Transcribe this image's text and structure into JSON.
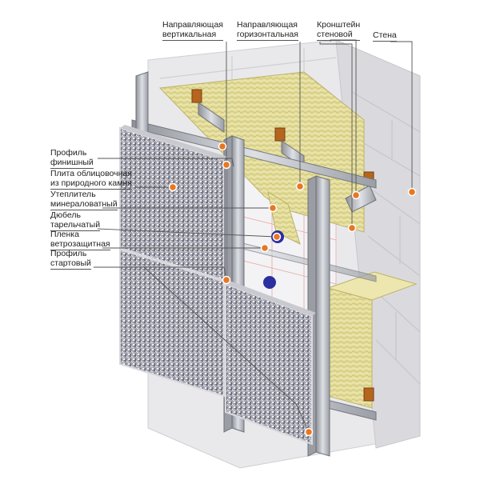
{
  "labels_top": [
    {
      "id": "guide-vertical",
      "lines": [
        "Направляющая",
        "вертикальная"
      ]
    },
    {
      "id": "guide-horizontal",
      "lines": [
        "Направляющая",
        "горизонтальная"
      ]
    },
    {
      "id": "bracket-wall",
      "lines": [
        "Кронштейн",
        "стеновой"
      ]
    },
    {
      "id": "wall",
      "lines": [
        "Стена"
      ]
    }
  ],
  "labels_left": [
    {
      "id": "profile-finishing",
      "lines": [
        "Профиль",
        "финишный"
      ]
    },
    {
      "id": "stone-panel",
      "lines": [
        "Плита облицовочная",
        "из природного камня"
      ]
    },
    {
      "id": "insulation",
      "lines": [
        "Утеплитель",
        "минераловатный"
      ]
    },
    {
      "id": "dowel",
      "lines": [
        "Дюбель",
        "тарельчатый"
      ]
    },
    {
      "id": "windproof-film",
      "lines": [
        "Пленка",
        "ветрозащитная"
      ]
    },
    {
      "id": "profile-start",
      "lines": [
        "Профиль",
        "стартовый"
      ]
    }
  ],
  "colors": {
    "wall": "#e8e8ea",
    "wall_side": "#d6d6da",
    "stone": "#9a9aa6",
    "insulation": "#e2dc9a",
    "metal": "#b9bcc2",
    "marker": "#e87722",
    "leader": "#555555"
  }
}
